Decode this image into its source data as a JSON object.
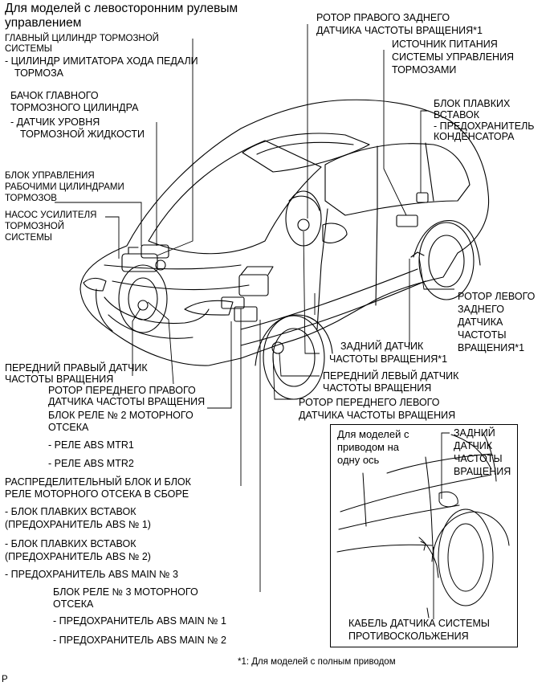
{
  "title": {
    "line1": "Для моделей с левосторонним рулевым",
    "line2": "управлением"
  },
  "labels": {
    "master_cyl_1": "ГЛАВНЫЙ ЦИЛИНДР ТОРМОЗНОЙ",
    "master_cyl_2": "СИСТЕМЫ",
    "pedal_sim_1": "- ЦИЛИНДР ИМИТАТОРА ХОДА ПЕДАЛИ",
    "pedal_sim_2": "ТОРМОЗА",
    "reservoir_1": "БАЧОК ГЛАВНОГО",
    "reservoir_2": "ТОРМОЗНОГО ЦИЛИНДРА",
    "level_sensor_1": "- ДАТЧИК УРОВНЯ",
    "level_sensor_2": "ТОРМОЗНОЙ ЖИДКОСТИ",
    "actuator_1": "БЛОК УПРАВЛЕНИЯ",
    "actuator_2": "РАБОЧИМИ ЦИЛИНДРАМИ",
    "actuator_3": "ТОРМОЗОВ",
    "pump_1": "НАСОС УСИЛИТЕЛЯ",
    "pump_2": "ТОРМОЗНОЙ",
    "pump_3": "СИСТЕМЫ",
    "fr_sensor_1": "ПЕРЕДНИЙ ПРАВЫЙ ДАТЧИК",
    "fr_sensor_2": "ЧАСТОТЫ ВРАЩЕНИЯ",
    "fr_rotor_1": "РОТОР ПЕРЕДНЕГО ПРАВОГО",
    "fr_rotor_2": "ДАТЧИКА ЧАСТОТЫ ВРАЩЕНИЯ",
    "relay2_1": "БЛОК РЕЛЕ № 2 МОТОРНОГО",
    "relay2_2": "ОТСЕКА",
    "relay2_3": "- РЕЛЕ ABS MTR1",
    "relay2_4": "- РЕЛЕ ABS MTR2",
    "dist_1": "РАСПРЕДЕЛИТЕЛЬНЫЙ БЛОК И БЛОК",
    "dist_2": "РЕЛЕ МОТОРНОГО ОТСЕКА В СБОРЕ",
    "dist_3": "- БЛОК ПЛАВКИХ ВСТАВОК",
    "dist_4": "(ПРЕДОХРАНИТЕЛЬ ABS № 1)",
    "dist_5": "- БЛОК ПЛАВКИХ ВСТАВОК",
    "dist_6": "(ПРЕДОХРАНИТЕЛЬ ABS № 2)",
    "dist_7": "- ПРЕДОХРАНИТЕЛЬ ABS MAIN № 3",
    "relay3_1": "БЛОК РЕЛЕ № 3 МОТОРНОГО",
    "relay3_2": "ОТСЕКА",
    "relay3_3": "- ПРЕДОХРАНИТЕЛЬ ABS MAIN № 1",
    "relay3_4": "- ПРЕДОХРАНИТЕЛЬ ABS MAIN № 2",
    "rr_rotor_1": "РОТОР ПРАВОГО ЗАДНЕГО",
    "rr_rotor_2": "ДАТЧИКА ЧАСТОТЫ ВРАЩЕНИЯ*1",
    "power_1": "ИСТОЧНИК ПИТАНИЯ",
    "power_2": "СИСТЕМЫ УПРАВЛЕНИЯ",
    "power_3": "ТОРМОЗАМИ",
    "fuse_1": "БЛОК ПЛАВКИХ",
    "fuse_2": "ВСТАВОК",
    "fuse_3": "- ПРЕДОХРАНИТЕЛЬ",
    "fuse_4": "КОНДЕНСАТОРА",
    "rl_rotor_1": "РОТОР ЛЕВОГО",
    "rl_rotor_2": "ЗАДНЕГО",
    "rl_rotor_3": "ДАТЧИКА",
    "rl_rotor_4": "ЧАСТОТЫ",
    "rl_rotor_5": "ВРАЩЕНИЯ*1",
    "rear_sensor_1": "ЗАДНИЙ ДАТЧИК",
    "rear_sensor_2": "ЧАСТОТЫ ВРАЩЕНИЯ*1",
    "fl_sensor_1": "ПЕРЕДНИЙ ЛЕВЫЙ ДАТЧИК",
    "fl_sensor_2": "ЧАСТОТЫ ВРАЩЕНИЯ",
    "fl_rotor_1": "РОТОР ПЕРЕДНЕГО ЛЕВОГО",
    "fl_rotor_2": "ДАТЧИКА ЧАСТОТЫ ВРАЩЕНИЯ"
  },
  "inset": {
    "title_1": "Для моделей с",
    "title_2": "приводом на",
    "title_3": "одну ось",
    "sensor_1": "ЗАДНИЙ",
    "sensor_2": "ДАТЧИК",
    "sensor_3": "ЧАСТОТЫ",
    "sensor_4": "ВРАЩЕНИЯ",
    "cable_1": "КАБЕЛЬ ДАТЧИКА СИСТЕМЫ",
    "cable_2": "ПРОТИВОСКОЛЬЖЕНИЯ"
  },
  "footnote": "*1: Для моделей с полным приводом",
  "corner_mark": "P"
}
